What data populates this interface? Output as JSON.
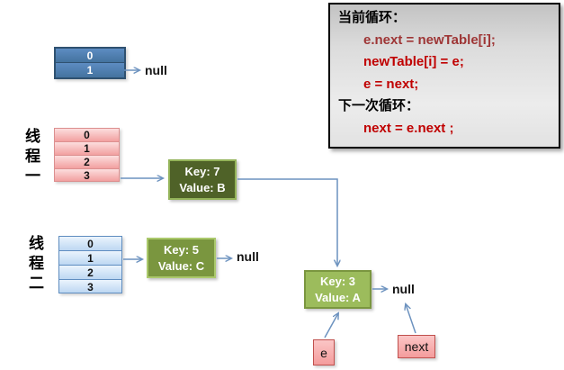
{
  "code_panel": {
    "lines": [
      {
        "text": "当前循环："
      },
      {
        "text": "e.next = newTable[i];"
      },
      {
        "text": "newTable[i] = e;"
      },
      {
        "text": "e = next;"
      },
      {
        "text": "下一次循环："
      },
      {
        "text": "next = e.next ;"
      }
    ]
  },
  "labels": {
    "thread1": "线程一",
    "thread2": "线程二",
    "null_top": "null",
    "null_key5": "null",
    "null_key3": "null"
  },
  "tables": {
    "top": {
      "rows": [
        "0",
        "1"
      ]
    },
    "thread1": {
      "rows": [
        "0",
        "1",
        "2",
        "3"
      ]
    },
    "thread2": {
      "rows": [
        "0",
        "1",
        "2",
        "3"
      ]
    }
  },
  "nodes": {
    "key7": {
      "line1": "Key: 7",
      "line2": "Value: B"
    },
    "key5": {
      "line1": "Key: 5",
      "line2": "Value: C"
    },
    "key3": {
      "line1": "Key: 3",
      "line2": "Value: A"
    },
    "e": {
      "label": "e"
    },
    "next": {
      "label": "next"
    }
  },
  "colors": {
    "code_red": "#c00000",
    "code_dark_red": "#9e3535",
    "code_black": "#000000",
    "panel_bg": "#d9d9d9",
    "bucket_blue_dark": "#4a7cb5",
    "bucket_blue_light": "#cfe2f6",
    "bucket_pink": "#f2a0a0",
    "node_dark_green": "#4f6228",
    "node_mid_green": "#7a963f",
    "node_light_green": "#9cbc5c",
    "pink_box": "#f49c9c",
    "arrow": "#6c92bf"
  }
}
